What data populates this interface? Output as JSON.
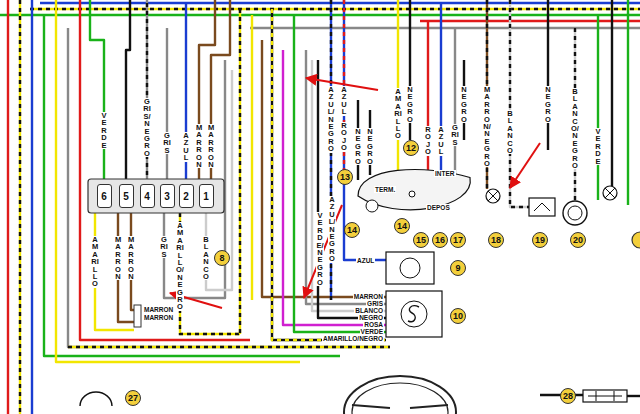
{
  "diagram": {
    "nodes": [
      {
        "text": [
          "6"
        ]
      },
      {
        "text": [
          "5"
        ]
      },
      {
        "text": [
          "4"
        ]
      },
      {
        "text": [
          "3"
        ]
      },
      {
        "text": [
          "2"
        ]
      },
      {
        "text": [
          "1"
        ]
      },
      {
        "text": [
          "8"
        ]
      },
      {
        "text": [
          "12"
        ]
      },
      {
        "text": [
          "13"
        ]
      },
      {
        "text": [
          "TERM.",
          "INTER",
          "DEPOS"
        ]
      },
      {
        "text": [
          "14"
        ]
      },
      {
        "text": [
          "14"
        ]
      },
      {
        "text": [
          "15"
        ]
      },
      {
        "text": [
          "16"
        ]
      },
      {
        "text": [
          "17"
        ]
      },
      {
        "text": [
          "18"
        ]
      },
      {
        "text": [
          "19"
        ]
      },
      {
        "text": [
          "20"
        ]
      },
      {
        "text": [
          "9"
        ]
      },
      {
        "text": [
          "10"
        ]
      },
      {
        "text": [
          "27"
        ]
      },
      {
        "text": [
          "28"
        ]
      }
    ],
    "labels": [
      "VERDE",
      "GRIS/NEGRO",
      "GRIS",
      "AZUL",
      "MARRON",
      "MARRON",
      "AMARILLO",
      "MARRON",
      "MARRON",
      "GRIS",
      "AMARILLO/NEGRO",
      "BLANCO",
      "MARRON",
      "MARRON",
      "AZUL/NEGRO",
      "AZUL",
      "ROJO",
      "AMARILLO",
      "NEGRO",
      "NEGRO",
      "NEGRO",
      "ROJO",
      "AZUL",
      "GRIS",
      "NEGRO",
      "AZUL/NEGRO",
      "VERDE/NEGRO",
      "AZUL",
      "MARRON",
      "GRIS",
      "BLANCO",
      "NEGRO",
      "ROSA",
      "VERDE",
      "AMARILLO/NEGRO",
      "MARRON/NEGRO",
      "BLANCO",
      "NEGRO",
      "BLANCO/NEGRO",
      "VERDE"
    ]
  }
}
